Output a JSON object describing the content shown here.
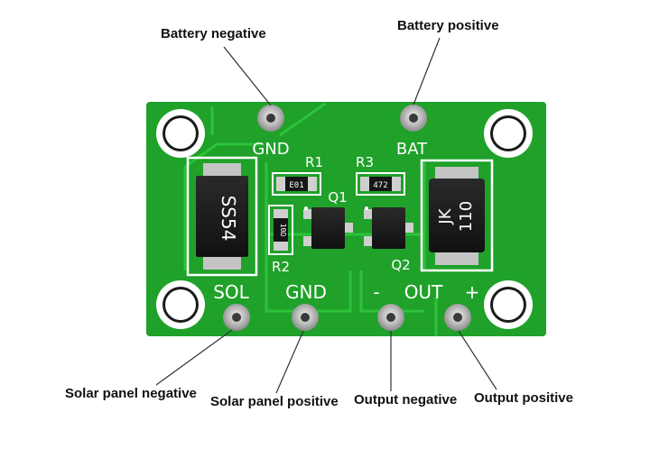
{
  "callouts": {
    "battery_negative": "Battery negative",
    "battery_positive": "Battery positive",
    "solar_panel_negative": "Solar panel negative",
    "solar_panel_positive": "Solar panel positive",
    "output_negative": "Output negative",
    "output_positive": "Output positive"
  },
  "silkscreen": {
    "gnd_top": "GND",
    "bat": "BAT",
    "r1": "R1",
    "r3": "R3",
    "q1": "Q1",
    "r2": "R2",
    "q2": "Q2",
    "sol": "SOL",
    "gnd_bottom": "GND",
    "minus": "-",
    "out": "OUT",
    "plus": "+"
  },
  "components": {
    "r1_code": "E01",
    "r3_code": "472",
    "r2_code": "10Ω",
    "diode_marking": "SS54",
    "inductor_marking_1": "JK",
    "inductor_marking_2": "110"
  },
  "colors": {
    "pcb": "#1fa12a",
    "pcb_dark": "#15851f",
    "silkscreen": "#ffffff",
    "pad": "#c9c9c9",
    "component_body": "#1b1b1b"
  }
}
